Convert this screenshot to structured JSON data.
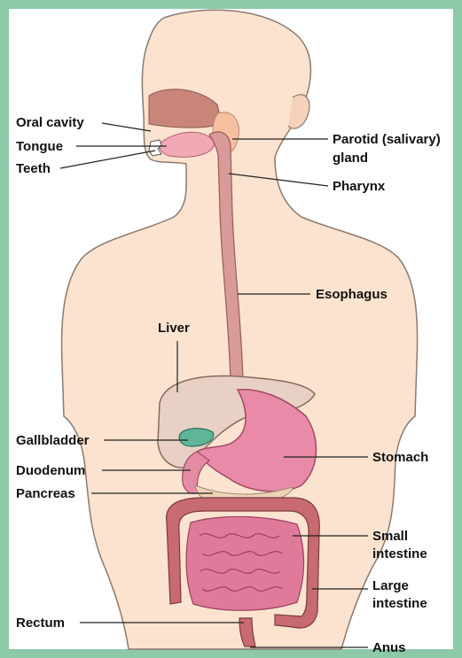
{
  "colors": {
    "frame": "#8cc9a6",
    "skin": "#fbe3cf",
    "skin_outline": "#8a7a6e",
    "liver": "#e8d0c4",
    "stomach": "#e88aa8",
    "intestine": "#e07a9a",
    "colon": "#c86a72",
    "gallbladder": "#5fb59a",
    "parotid": "#f6c0a0",
    "esophagus": "#d99a9a",
    "label_line": "#222222"
  },
  "labels": {
    "oral_cavity": "Oral cavity",
    "tongue": "Tongue",
    "teeth": "Teeth",
    "parotid_line1": "Parotid (salivary)",
    "parotid_line2": "gland",
    "pharynx": "Pharynx",
    "esophagus": "Esophagus",
    "liver": "Liver",
    "gallbladder": "Gallbladder",
    "duodenum": "Duodenum",
    "pancreas": "Pancreas",
    "stomach": "Stomach",
    "small_intestine_line1": "Small",
    "small_intestine_line2": "intestine",
    "large_intestine_line1": "Large",
    "large_intestine_line2": "intestine",
    "rectum": "Rectum",
    "anus": "Anus"
  }
}
